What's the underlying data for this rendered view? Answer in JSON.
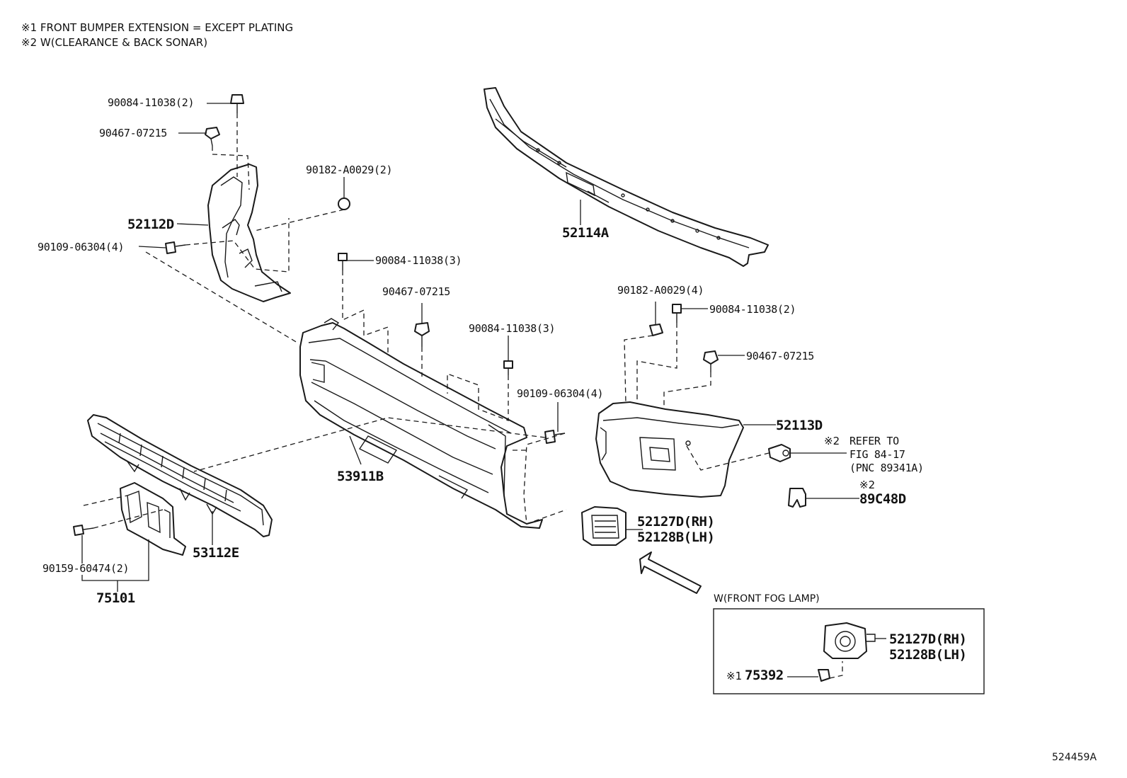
{
  "notes": {
    "note1": "※1 FRONT BUMPER EXTENSION = EXCEPT PLATING",
    "note2": "※2 W(CLEARANCE & BACK SONAR)"
  },
  "labels": {
    "p90084_11038_2_top": "90084-11038(2)",
    "p90467_07215_left": "90467-07215",
    "p90182_A0029_2": "90182-A0029(2)",
    "p52112D": "52112D",
    "p90109_06304_4_left": "90109-06304(4)",
    "p52114A": "52114A",
    "p90084_11038_3_center": "90084-11038(3)",
    "p90467_07215_center": "90467-07215",
    "p90084_11038_3_mid": "90084-11038(3)",
    "p90182_A0029_4": "90182-A0029(4)",
    "p90084_11038_2_right": "90084-11038(2)",
    "p90467_07215_right": "90467-07215",
    "p90109_06304_4_right": "90109-06304(4)",
    "p52113D": "52113D",
    "p53911B": "53911B",
    "refer_mark": "※2",
    "refer_line1": "REFER TO",
    "refer_line2": "FIG 84-17",
    "refer_line3": "(PNC 89341A)",
    "p89C48D_mark": "※2",
    "p89C48D": "89C48D",
    "p52127D_RH": "52127D(RH)",
    "p52128B_LH": "52128B(LH)",
    "p90159_60474_2": "90159-60474(2)",
    "p53112E": "53112E",
    "p75101": "75101"
  },
  "fog_lamp_box": {
    "title": "W(FRONT FOG LAMP)",
    "p52127D_RH": "52127D(RH)",
    "p52128B_LH": "52128B(LH)",
    "p75392_mark": "※1",
    "p75392": "75392"
  },
  "figure_id": "524459A"
}
